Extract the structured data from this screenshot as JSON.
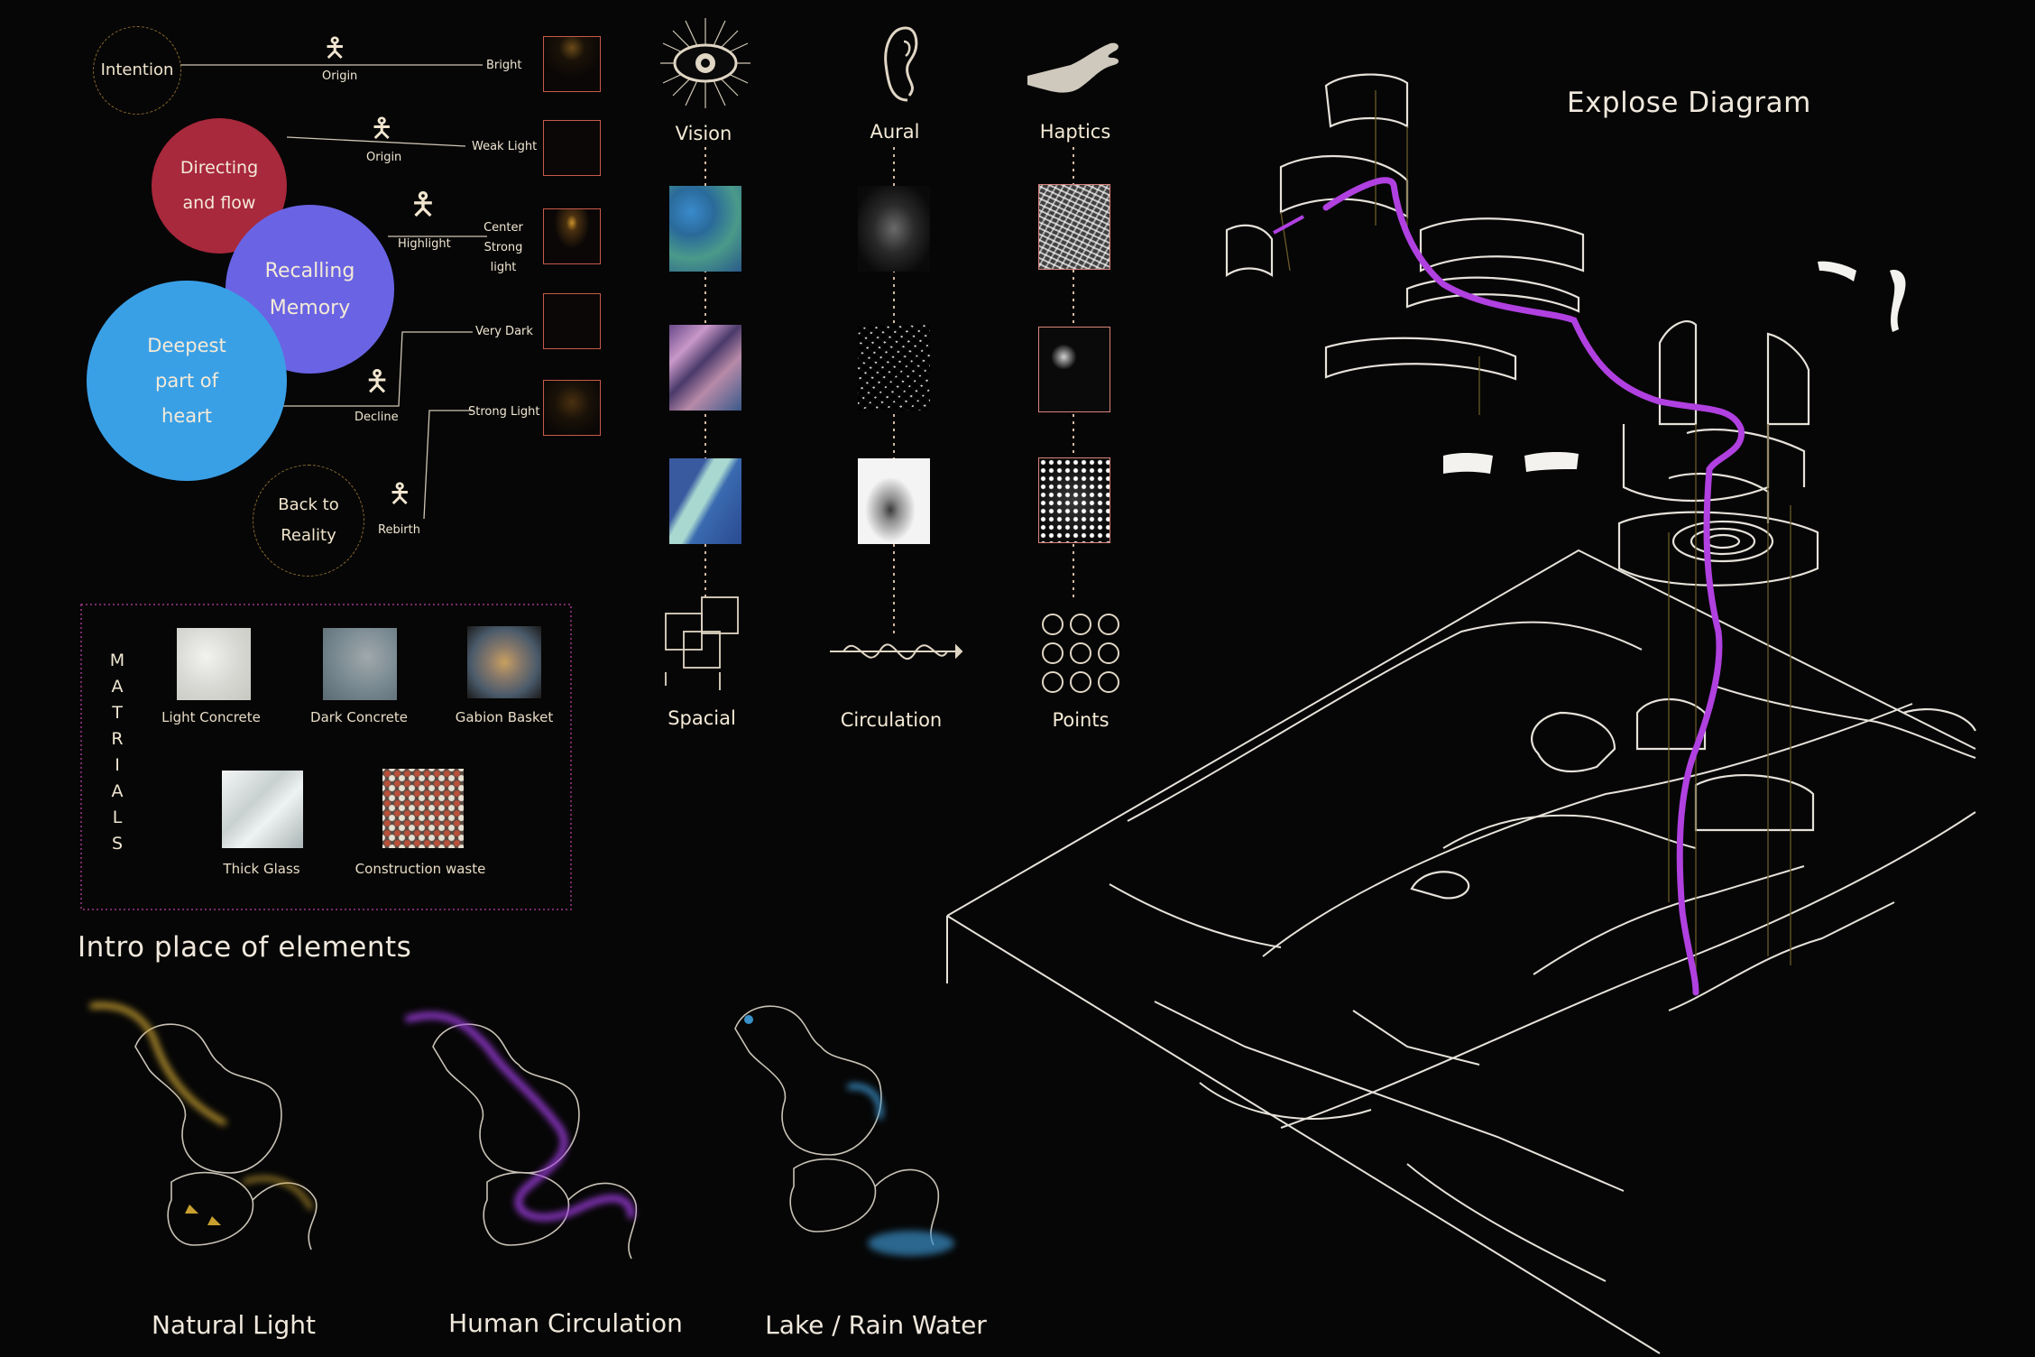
{
  "flow": {
    "intention": "Intention",
    "back_to_reality": "Back to Reality",
    "bubbles": {
      "directing": "Directing and flow",
      "recalling": "Recalling Memory",
      "deepest": "Deepest part of heart"
    },
    "figures": [
      "Origin",
      "Origin",
      "Highlight",
      "Decline",
      "Rebirth"
    ],
    "light_levels": [
      "Bright",
      "Weak Light",
      "Center Strong light",
      "Very Dark",
      "Strong Light"
    ]
  },
  "senses": {
    "vision": "Vision",
    "aural": "Aural",
    "haptics": "Haptics",
    "spacial": "Spacial",
    "circulation": "Circulation",
    "points": "Points"
  },
  "materials": {
    "heading_letters": [
      "M",
      "A",
      "T",
      "R",
      "I",
      "A",
      "L",
      "S"
    ],
    "items": [
      "Light Concrete",
      "Dark Concrete",
      "Gabion Basket",
      "Thick Glass",
      "Construction waste"
    ]
  },
  "intro": {
    "title": "Intro place of elements",
    "captions": [
      "Natural Light",
      "Human Circulation",
      "Lake / Rain Water"
    ]
  },
  "explose": {
    "title": "Explose Diagram"
  },
  "colors": {
    "directing": "#a8283c",
    "recalling": "#6a64e4",
    "deepest": "#3aa0e6",
    "path_purple": "#b040e0",
    "light_yellow": "#c8a030",
    "water_blue": "#3a90c8"
  }
}
